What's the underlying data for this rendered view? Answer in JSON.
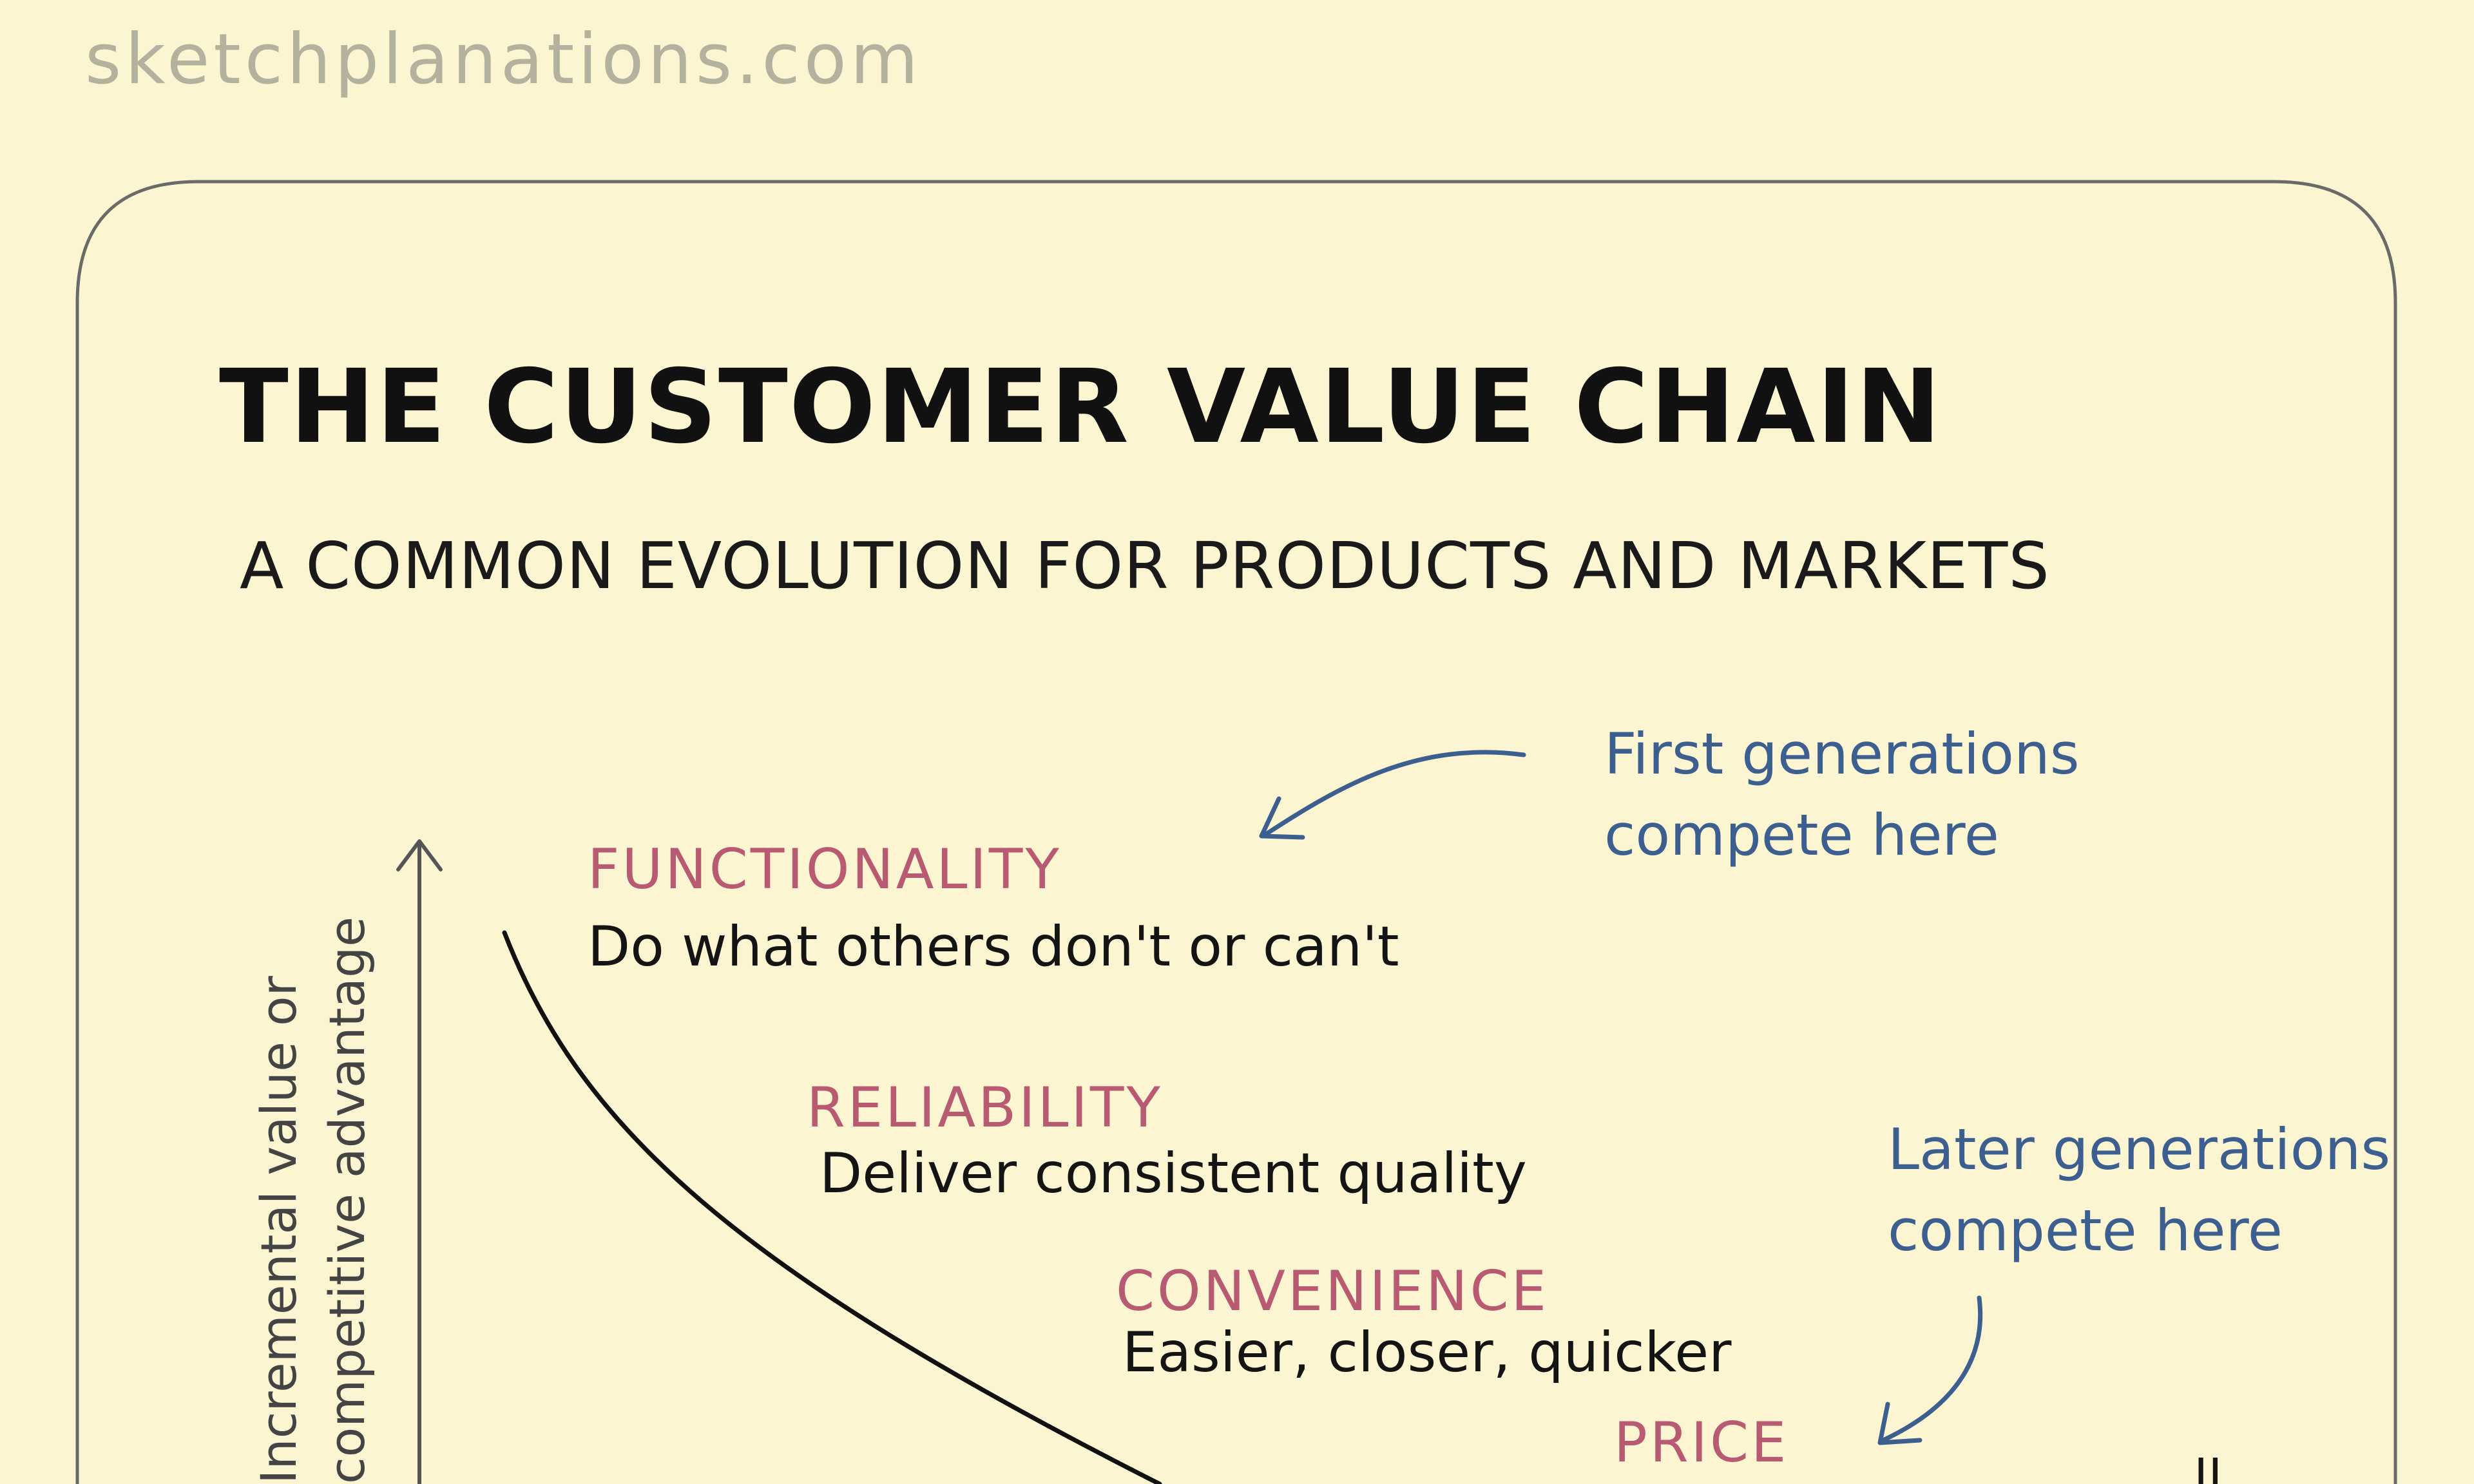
{
  "watermark": "sketchplanations.com",
  "title": "THE CUSTOMER VALUE CHAIN",
  "subtitle": "A COMMON EVOLUTION FOR PRODUCTS AND MARKETS",
  "y_axis_label": {
    "line1": "Incremental value or",
    "line2": "competitive advantage"
  },
  "stages": [
    {
      "label": "FUNCTIONALITY",
      "description": "Do what others don't or can't"
    },
    {
      "label": "RELIABILITY",
      "description": "Deliver consistent quality"
    },
    {
      "label": "CONVENIENCE",
      "description": "Easier, closer, quicker"
    },
    {
      "label": "PRICE",
      "description": ""
    }
  ],
  "notes": {
    "first": {
      "line1": "First generations",
      "line2": "compete here"
    },
    "later": {
      "line1": "Later generations",
      "line2": "compete here"
    }
  },
  "cutoff_text": "ll",
  "colors": {
    "background": "#fbf5d2",
    "card": "#fbf5d2",
    "stage_label": "#b85a72",
    "note": "#3d5f8f",
    "ink": "#141414",
    "axis": "#555555",
    "watermark": "#b4b29f"
  }
}
